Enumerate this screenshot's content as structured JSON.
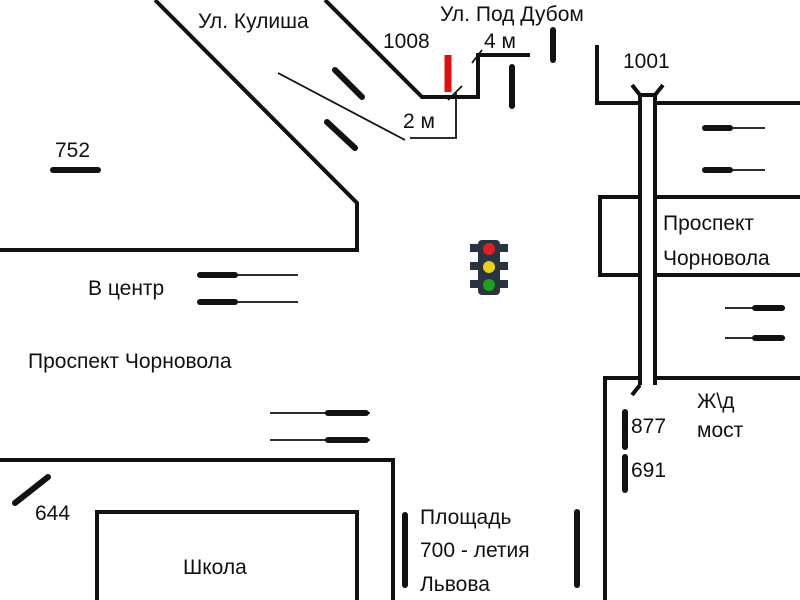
{
  "streets": {
    "kulisha": "Ул. Кулиша",
    "pod_dubom": "Ул. Под Дубом",
    "chornovola_right_1": "Проспект",
    "chornovola_right_2": "Чорновола",
    "chornovola_left": "Проспект Чорновола",
    "to_center": "В центр",
    "rail_bridge_1": "Ж\\д",
    "rail_bridge_2": "мост",
    "square_1": "Площадь",
    "square_2": "700 - летия",
    "square_3": "Львова",
    "school": "Школа"
  },
  "stop_numbers": {
    "n1008": "1008",
    "n1001": "1001",
    "n752": "752",
    "n644": "644",
    "n877": "877",
    "n691": "691"
  },
  "dimensions": {
    "d4": "4 м",
    "d2": "2 м"
  },
  "colors": {
    "marker": "#e01010",
    "light_red": "#e02020",
    "light_yellow": "#e8d020",
    "light_green": "#20a020",
    "light_body": "#2a3440"
  }
}
